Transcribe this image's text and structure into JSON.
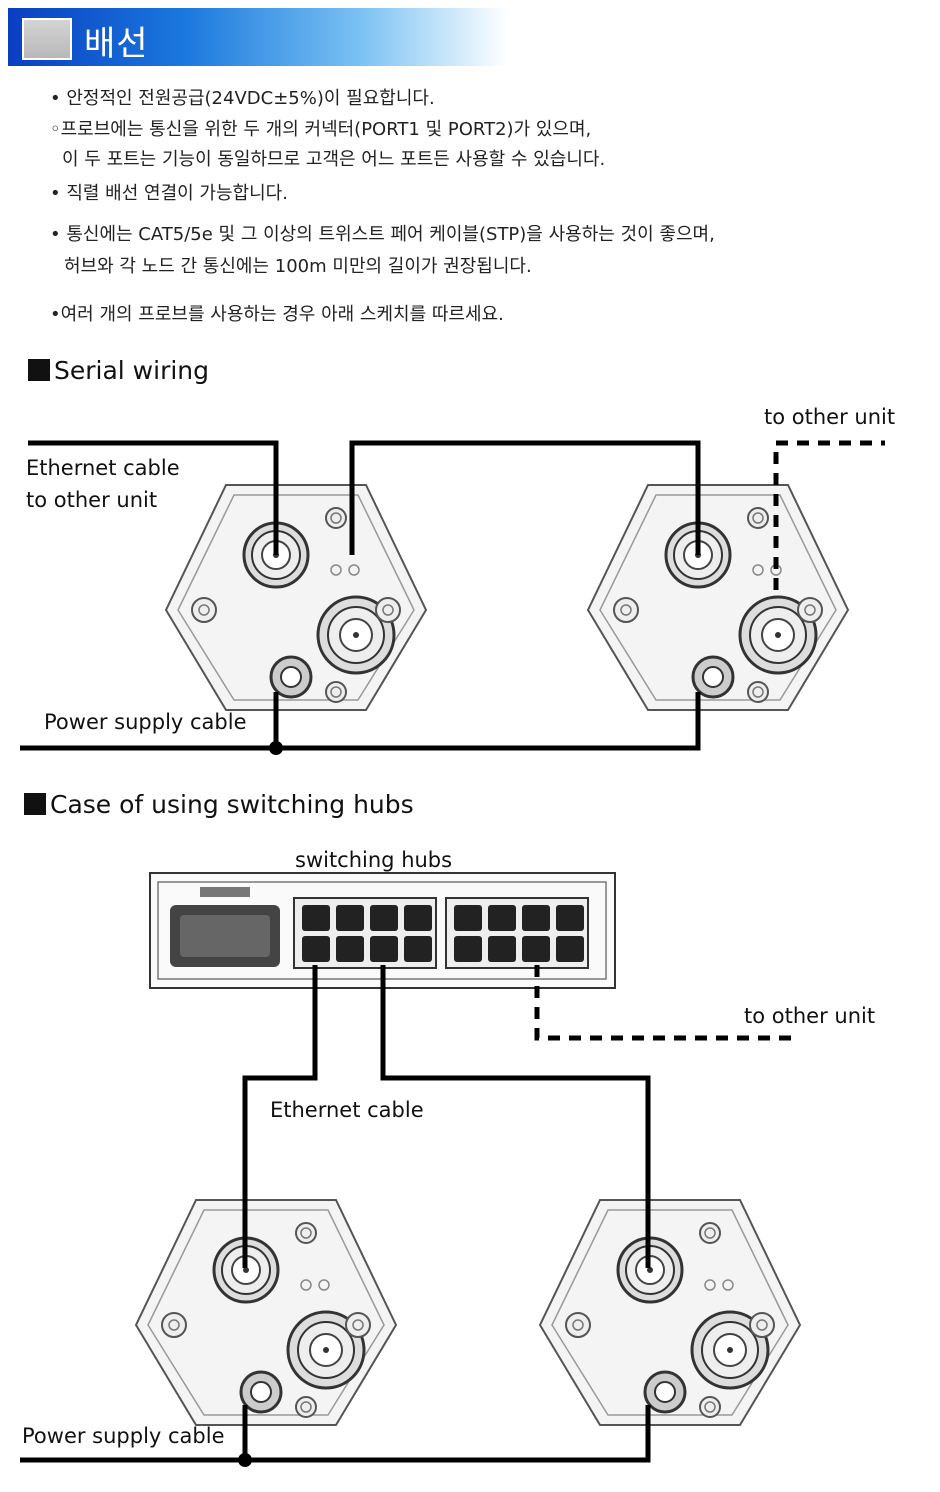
{
  "header": {
    "title": "배선"
  },
  "notes": [
    "• 안정적인 전원공급(24VDC±5%)이 필요합니다.",
    "◦프로브에는 통신을 위한 두 개의 커넥터(PORT1 및 PORT2)가 있으며,",
    "이 두 포트는 기능이 동일하므로 고객은 어느 포트든 사용할 수 있습니다.",
    "• 직렬 배선 연결이 가능합니다.",
    "• 통신에는 CAT5/5e 및 그 이상의 트위스트 페어 케이블(STP)을 사용하는 것이 좋으며,",
    "허브와 각 노드 간 통신에는 100m 미만의 길이가 권장됩니다.",
    "•여러 개의 프로브를 사용하는 경우 아래 스케치를 따르세요."
  ],
  "serial": {
    "title": "Serial wiring",
    "to_other_unit": "to other unit",
    "ethernet_line1": "Ethernet cable",
    "ethernet_line2": "to other unit",
    "power": "Power supply cable"
  },
  "hubs": {
    "title": "Case of using switching hubs",
    "hub_label": "switching hubs",
    "to_other_unit": "to other unit",
    "ethernet": "Ethernet cable",
    "power": "Power supply cable"
  }
}
